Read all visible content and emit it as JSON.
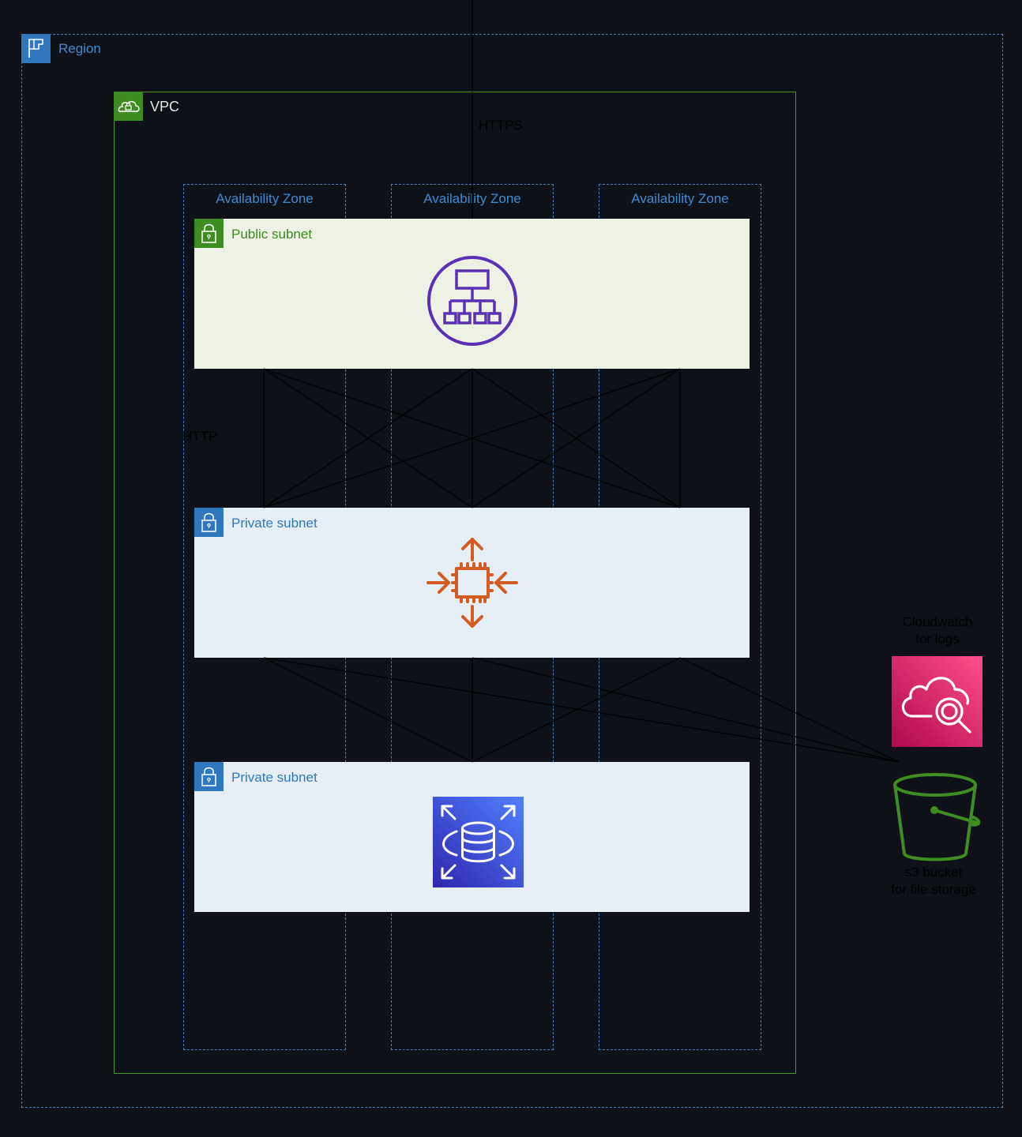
{
  "region": {
    "label": "Region"
  },
  "vpc": {
    "label": "VPC"
  },
  "availability_zones": [
    {
      "label": "Availability Zone"
    },
    {
      "label": "Availability Zone"
    },
    {
      "label": "Availability Zone"
    }
  ],
  "subnets": {
    "public": {
      "label": "Public subnet"
    },
    "private_app": {
      "label": "Private subnet"
    },
    "private_db": {
      "label": "Private subnet"
    }
  },
  "edges": {
    "internet_to_lb": "HTTPS",
    "lb_to_app": "HTTP"
  },
  "external_services": {
    "cloudwatch": {
      "line1": "Cloudwatch",
      "line2": "for logs"
    },
    "s3": {
      "line1": "s3 bucket",
      "line2": "for file storage"
    }
  },
  "icons": {
    "load_balancer": "elastic-load-balancer-icon",
    "auto_scaling": "auto-scaling-icon",
    "database": "rds-database-icon",
    "cloudwatch": "cloudwatch-icon",
    "s3": "s3-bucket-icon"
  },
  "colors": {
    "background": "#0e1218",
    "region_border": "#3f7fbf",
    "vpc_border": "#4d9a2b",
    "public_subnet_fill": "#eef2e5",
    "private_subnet_fill": "#e7eff6",
    "load_balancer": "#5a30b5",
    "auto_scaling": "#d45b21",
    "rds": "#3b48cc",
    "cloudwatch": "#d63b6b",
    "s3": "#3f8d22"
  }
}
